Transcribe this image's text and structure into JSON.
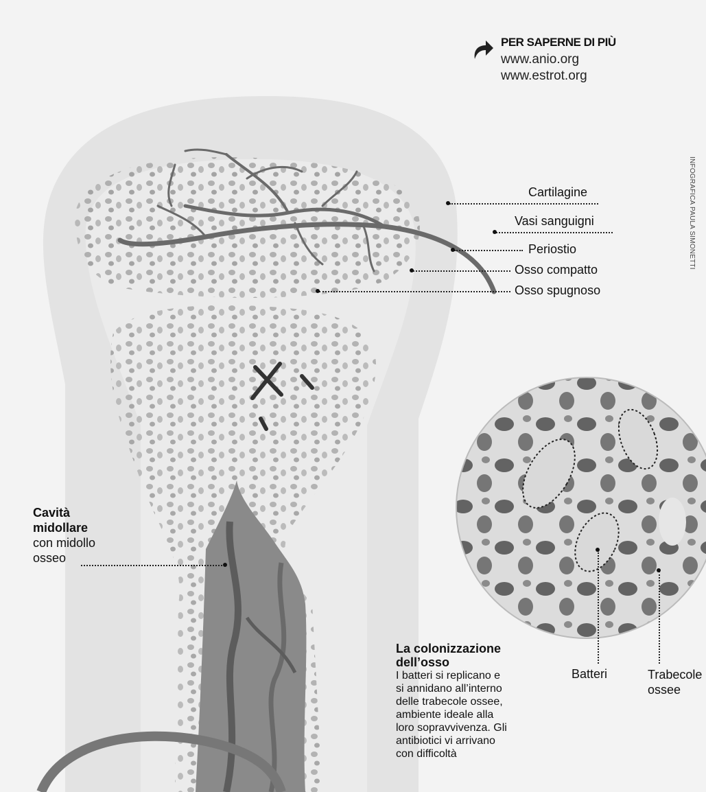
{
  "more_info": {
    "title": "PER SAPERNE DI PIÙ",
    "links": [
      "www.anio.org",
      "www.estrot.org"
    ]
  },
  "credit": "INFOGRAFICA PAULA SIMONETTI",
  "labels": {
    "cartilagine": "Cartilagine",
    "vasi": "Vasi sanguigni",
    "periostio": "Periostio",
    "osso_compatto": "Osso compatto",
    "osso_spugnoso": "Osso spugnoso",
    "batteri": "Batteri",
    "trabecole_line1": "Trabecole",
    "trabecole_line2": "ossee"
  },
  "cavita": {
    "bold_lines": [
      "Cavità",
      "midollare"
    ],
    "lines": [
      "con midollo",
      "osseo"
    ]
  },
  "colonizzazione": {
    "title_lines": [
      "La colonizzazione",
      "dell’osso"
    ],
    "lines": [
      "I batteri si replicano e",
      "si annidano all’interno",
      "delle trabecole ossee,",
      "ambiente ideale alla",
      "loro sopravvivenza. Gli",
      "antibiotici vi arrivano",
      "con difficoltà"
    ]
  },
  "colors": {
    "background": "#f3f3f3",
    "bone_outer": "#e3e3e3",
    "bone_inner": "#ebebeb",
    "vessel": "#6a6a6a",
    "marrow": "#8a8a8a",
    "text": "#111111"
  },
  "icons": [
    "curved-arrow-icon"
  ]
}
